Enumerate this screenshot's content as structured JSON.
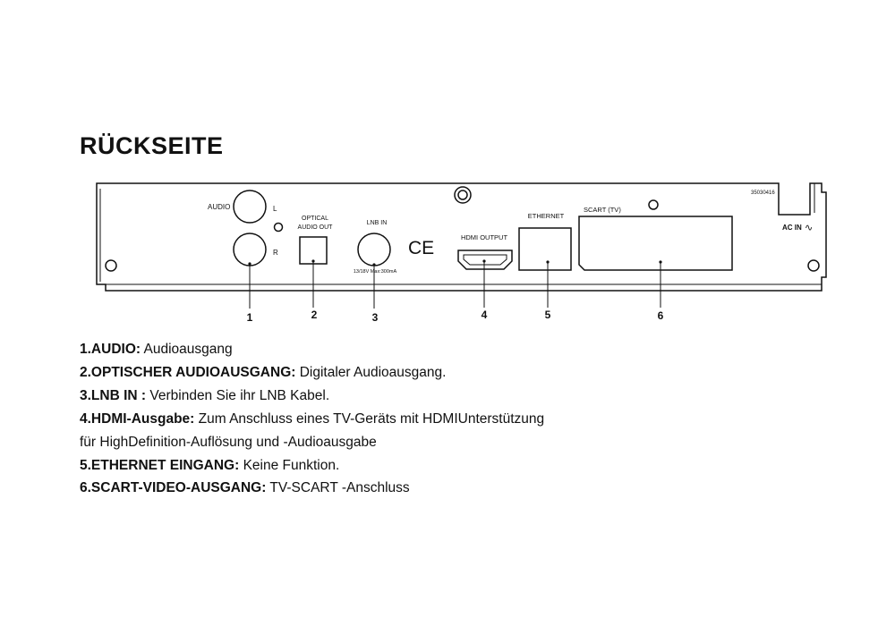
{
  "title": "RÜCKSEITE",
  "panel": {
    "serial": "35030416",
    "audio_label": "AUDIO",
    "left_label": "L",
    "right_label": "R",
    "optical_label_1": "OPTICAL",
    "optical_label_2": "AUDIO OUT",
    "lnb_label": "LNB IN",
    "lnb_spec": "13/18V Max:300mA",
    "ce_mark": "CE",
    "hdmi_label": "HDMI OUTPUT",
    "ethernet_label": "ETHERNET",
    "scart_label": "SCART (TV)",
    "ac_label": "AC IN",
    "ac_symbol": "∿"
  },
  "callouts": [
    "1",
    "2",
    "3",
    "4",
    "5",
    "6"
  ],
  "descriptions": [
    {
      "bold": "1.AUDIO:",
      "text": " Audioausgang"
    },
    {
      "bold": "2.OPTISCHER AUDIOAUSGANG:",
      "text": " Digitaler Audioausgang."
    },
    {
      "bold": "3.LNB IN :",
      "text": " Verbinden Sie ihr LNB Kabel."
    },
    {
      "bold": "4.HDMI-Ausgabe:",
      "text": " Zum Anschluss eines TV-Geräts mit HDMIUnterstützung"
    },
    {
      "bold": "",
      "text": "für HighDefinition-Auflösung und -Audioausgabe"
    },
    {
      "bold": "5.ETHERNET EINGANG:",
      "text": " Keine Funktion."
    },
    {
      "bold": "6.SCART-VIDEO-AUSGANG:",
      "text": " TV-SCART -Anschluss"
    }
  ]
}
